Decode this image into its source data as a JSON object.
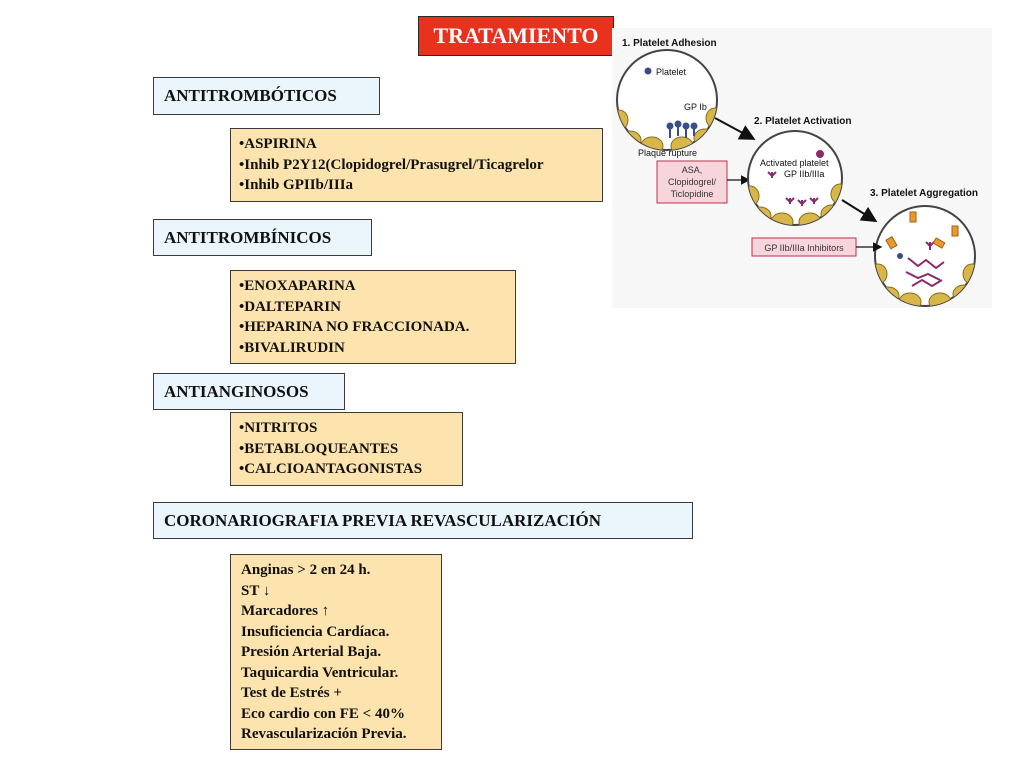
{
  "title": "TRATAMIENTO",
  "sections": [
    {
      "header": "ANTITROMBÓTICOS",
      "items": [
        "•ASPIRINA",
        "•Inhib P2Y12(Clopidogrel/Prasugrel/Ticagrelor",
        "•Inhib GPIIb/IIIa"
      ]
    },
    {
      "header": "ANTITROMBÍNICOS",
      "items": [
        "•ENOXAPARINA",
        "•DALTEPARIN",
        "•HEPARINA NO FRACCIONADA.",
        "•BIVALIRUDIN"
      ]
    },
    {
      "header": "ANTIANGINOSOS",
      "items": [
        "•NITRITOS",
        "•BETABLOQUEANTES",
        "•CALCIOANTAGONISTAS"
      ]
    },
    {
      "header": "CORONARIOGRAFIA PREVIA REVASCULARIZACIÓN",
      "items": [
        "Anginas > 2 en  24 h.",
        "ST ↓",
        "Marcadores ↑",
        "Insuficiencia Cardíaca.",
        "Presión Arterial Baja.",
        "Taquicardia Ventricular.",
        "Test de Estrés +",
        "Eco cardio con FE < 40%",
        "Revascularización Previa."
      ]
    }
  ],
  "figure": {
    "step1": "1. Platelet Adhesion",
    "platelet": "Platelet",
    "gp_ib": "GP Ib",
    "plaque_rupture": "Plaque rupture",
    "drug_line1": "ASA,",
    "drug_line2": "Clopidogrel/",
    "drug_line3": "Ticlopidine",
    "step2": "2. Platelet Activation",
    "activated_line1": "Activated platelet",
    "activated_line2": "GP IIb/IIIa",
    "step3": "3. Platelet Aggregation",
    "inhibitors": "GP IIb/IIIa Inhibitors"
  },
  "colors": {
    "title_bg": "#e8321e",
    "header_bg": "#eaf6fb",
    "box_bg": "#fde3ad",
    "drug_box_bg": "#f6d6dc",
    "drug_box_border": "#c0304a"
  }
}
